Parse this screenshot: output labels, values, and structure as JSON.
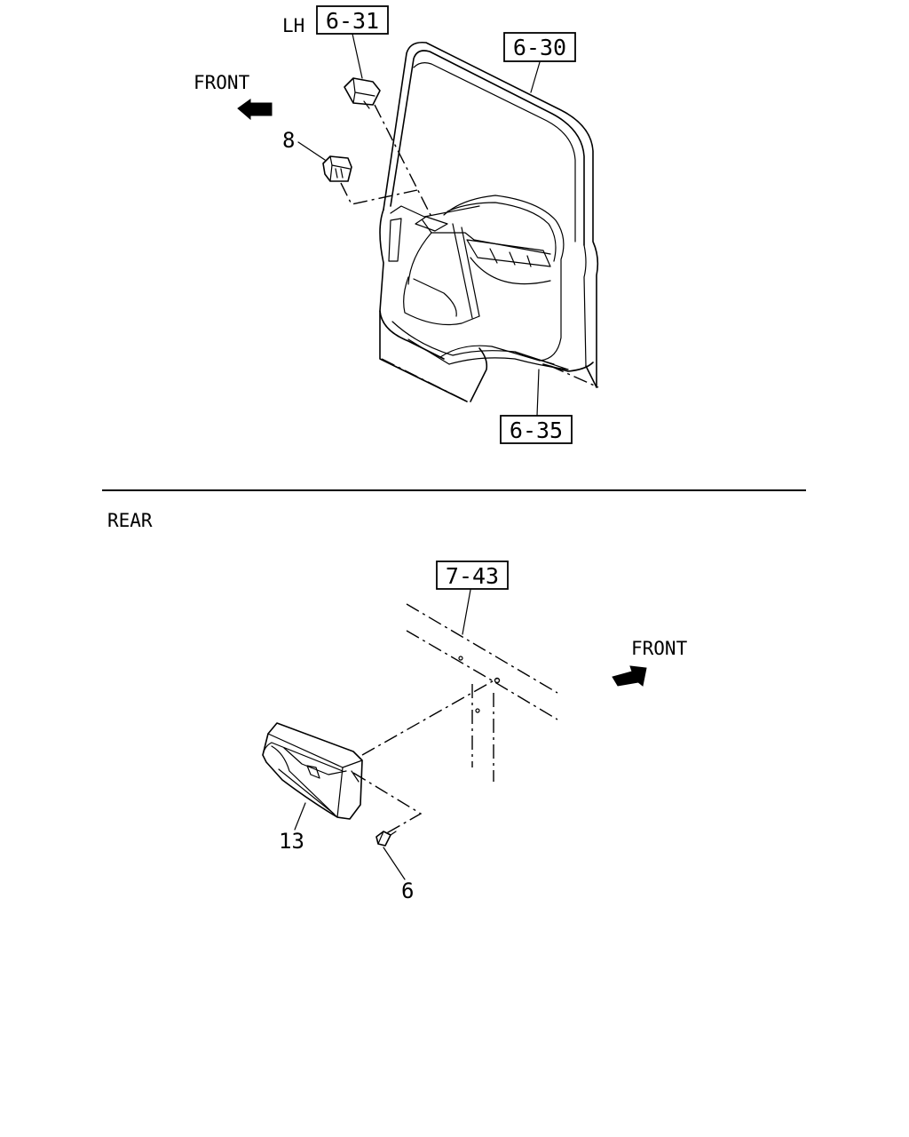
{
  "top_view": {
    "side_label": "LH",
    "direction_label": "FRONT",
    "part_numbers": {
      "switch": "8"
    },
    "references": {
      "upper_switch": "6-31",
      "door_frame": "6-30",
      "door_trim": "6-35"
    }
  },
  "section_label": "REAR",
  "bottom_view": {
    "direction_label": "FRONT",
    "part_numbers": {
      "lamp": "13",
      "screw": "6"
    },
    "references": {
      "body_panel": "7-43"
    }
  },
  "colors": {
    "line": "#000000",
    "background": "#ffffff"
  },
  "icons": [
    "front-arrow-icon"
  ]
}
